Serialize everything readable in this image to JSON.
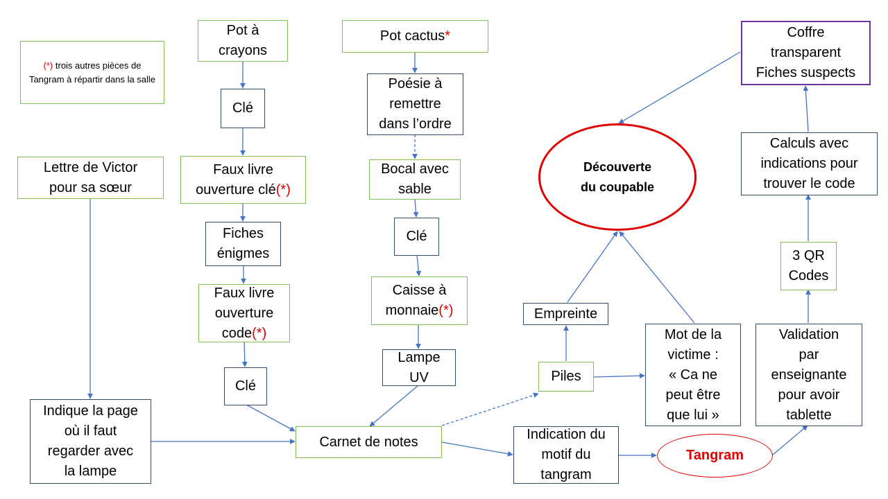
{
  "colors": {
    "green_border": "#7fbf4d",
    "blue_border": "#2f4a6b",
    "purple_border": "#7030a0",
    "red": "#e00000",
    "arrow": "#4472c4"
  },
  "note": {
    "star": "(*)",
    "text": " trois autres pièces de Tangram à répartir dans la salle"
  },
  "nodes": {
    "pot_crayons": {
      "l1": "Pot à",
      "l2": "crayons"
    },
    "cle_1": {
      "l1": "Clé"
    },
    "faux_livre_cle": {
      "l1": "Faux livre",
      "l2": "ouverture clé",
      "star": "(*)"
    },
    "fiches_enigmes": {
      "l1": "Fiches",
      "l2": "énigmes"
    },
    "faux_livre_code": {
      "l1": "Faux livre",
      "l2": "ouverture",
      "l3": "code",
      "star": "(*)"
    },
    "cle_2": {
      "l1": "Clé"
    },
    "lettre_victor": {
      "l1": "Lettre de Victor",
      "l2": "pour sa sœur"
    },
    "indique_page": {
      "l1": "Indique la page",
      "l2": "où il faut",
      "l3": "regarder avec",
      "l4": "la lampe"
    },
    "pot_cactus": {
      "l1": "Pot cactus",
      "star": "*"
    },
    "poesie": {
      "l1": "Poésie à",
      "l2": "remettre",
      "l3": "dans l’ordre"
    },
    "bocal": {
      "l1": "Bocal avec",
      "l2": "sable"
    },
    "cle_3": {
      "l1": "Clé"
    },
    "caisse": {
      "l1": "Caisse à",
      "l2": "monnaie",
      "star": "(*)"
    },
    "lampe": {
      "l1": "Lampe",
      "l2": "UV"
    },
    "carnet": {
      "l1": "Carnet de notes"
    },
    "indication_motif": {
      "l1": "Indication du",
      "l2": "motif du",
      "l3": "tangram"
    },
    "tangram": {
      "l1": "Tangram"
    },
    "piles": {
      "l1": "Piles"
    },
    "empreinte": {
      "l1": "Empreinte"
    },
    "mot_victime": {
      "l1": "Mot de la",
      "l2": "victime :",
      "l3": "« Ca ne",
      "l4": "peut être",
      "l5": "que lui »"
    },
    "decouverte": {
      "l1": "Découverte",
      "l2": "du coupable"
    },
    "validation": {
      "l1": "Validation",
      "l2": "par",
      "l3": "enseignante",
      "l4": "pour avoir",
      "l5": "tablette"
    },
    "qr_codes": {
      "l1": "3 QR",
      "l2": "Codes"
    },
    "calculs": {
      "l1": "Calculs avec",
      "l2": "indications pour",
      "l3": "trouver le code"
    },
    "coffre": {
      "l1": "Coffre",
      "l2": "transparent",
      "l3": "Fiches suspects"
    }
  }
}
